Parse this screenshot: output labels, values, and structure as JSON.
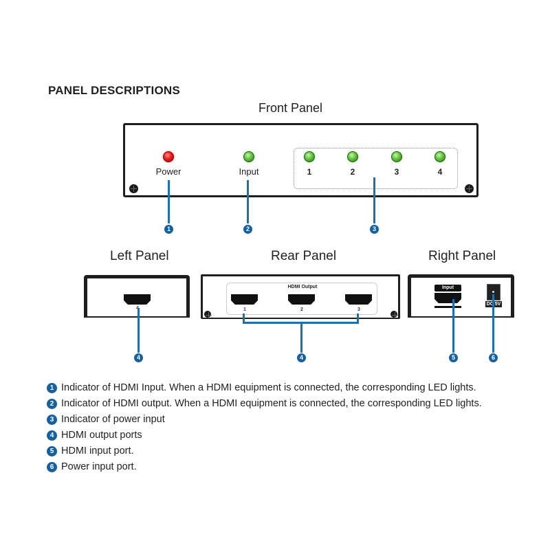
{
  "title": "PANEL DESCRIPTIONS",
  "colors": {
    "callout": "#1660a0",
    "led_power": "#ee1b1b",
    "led_green": "#5fc23b"
  },
  "front_panel": {
    "label": "Front Panel",
    "leds": [
      {
        "label": "Power",
        "color": "red"
      },
      {
        "label": "Input",
        "color": "green"
      }
    ],
    "output_leds": [
      "1",
      "2",
      "3",
      "4"
    ],
    "callouts": [
      "1",
      "2",
      "3"
    ]
  },
  "left_panel": {
    "label": "Left Panel",
    "port_num": "4",
    "callout": "4"
  },
  "rear_panel": {
    "label": "Rear Panel",
    "group_label": "HDMI Output",
    "ports": [
      "1",
      "2",
      "3"
    ],
    "callout": "4"
  },
  "right_panel": {
    "label": "Right Panel",
    "input_label": "Input",
    "dc_label": "DC 5V",
    "callouts": [
      "5",
      "6"
    ]
  },
  "legend": [
    {
      "num": "1",
      "text": "Indicator of HDMI Input. When a HDMI equipment is connected, the corresponding LED lights."
    },
    {
      "num": "2",
      "text": "Indicator of HDMI output. When a HDMI equipment is connected, the corresponding LED lights."
    },
    {
      "num": "3",
      "text": "Indicator of power input"
    },
    {
      "num": "4",
      "text": "HDMI output ports"
    },
    {
      "num": "5",
      "text": "HDMI input port."
    },
    {
      "num": "6",
      "text": "Power input port."
    }
  ]
}
